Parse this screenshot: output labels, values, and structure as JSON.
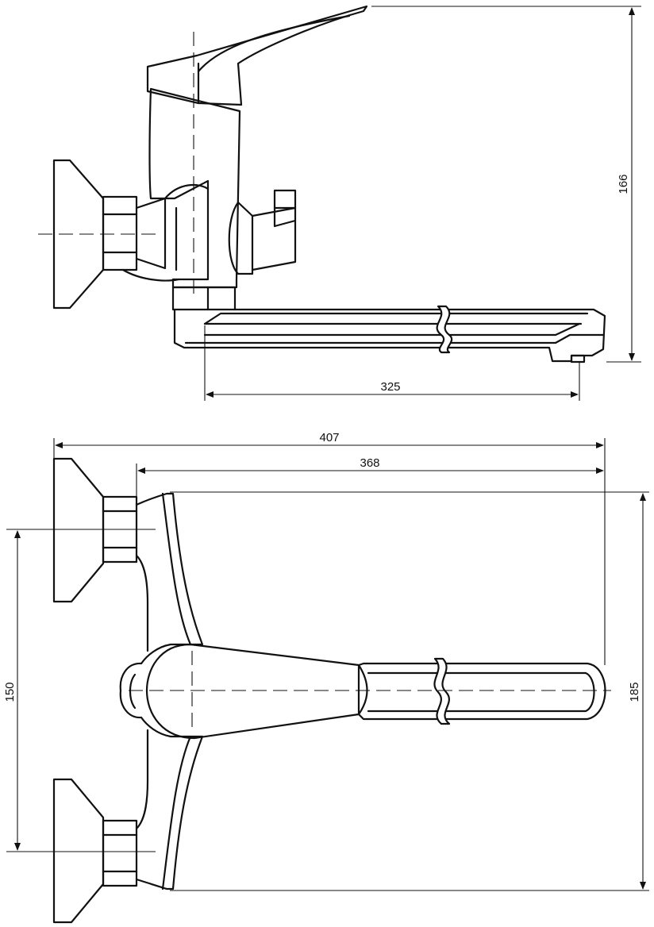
{
  "dimensions": {
    "side_height": "166",
    "spout_reach": "325",
    "overall_width": "407",
    "body_width": "368",
    "center_distance": "150",
    "overall_depth": "185"
  },
  "colors": {
    "line": "#111111",
    "background": "#ffffff"
  }
}
